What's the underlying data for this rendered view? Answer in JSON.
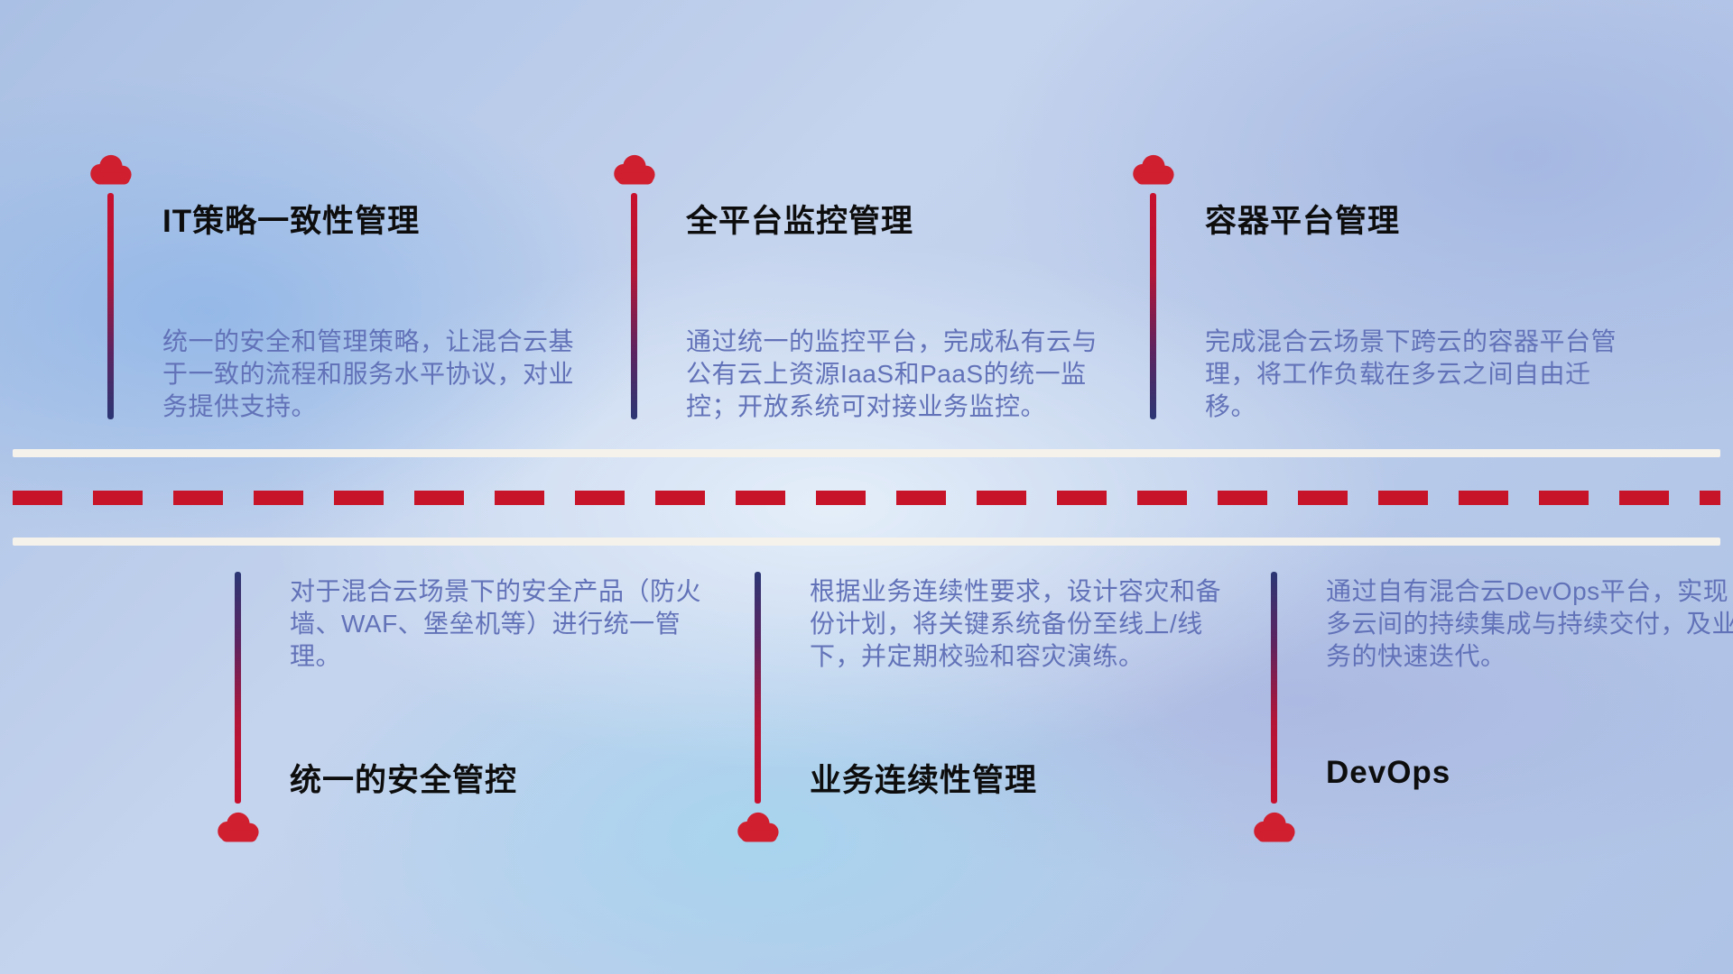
{
  "diagram": {
    "top_items": [
      {
        "icon": "cloud-icon",
        "title": "IT策略一致性管理",
        "description": "统一的安全和管理策略，让混合云基于一致的流程和服务水平协议，对业务提供支持。"
      },
      {
        "icon": "cloud-icon",
        "title": "全平台监控管理",
        "description": "通过统一的监控平台，完成私有云与公有云上资源IaaS和PaaS的统一监控；开放系统可对接业务监控。"
      },
      {
        "icon": "cloud-icon",
        "title": "容器平台管理",
        "description": "完成混合云场景下跨云的容器平台管理，将工作负载在多云之间自由迁移。"
      }
    ],
    "bottom_items": [
      {
        "icon": "cloud-icon",
        "title": "统一的安全管控",
        "description": "对于混合云场景下的安全产品（防火墙、WAF、堡垒机等）进行统一管理。"
      },
      {
        "icon": "cloud-icon",
        "title": "业务连续性管理",
        "description": "根据业务连续性要求，设计容灾和备份计划，将关键系统备份至线上/线下，并定期校验和容灾演练。"
      },
      {
        "icon": "cloud-icon",
        "title": "DevOps",
        "description": "通过自有混合云DevOps平台，实现多云间的持续集成与持续交付，及业务的快速迭代。"
      }
    ],
    "colors": {
      "cloud_red": "#d01f2f",
      "connector_red": "#c8102e",
      "connector_navy": "#2b3674",
      "title_text": "#0d0d0d",
      "description_text": "#6272b8",
      "road_line_white": "#f5f2ec",
      "road_dash_red": "#c81428"
    }
  }
}
